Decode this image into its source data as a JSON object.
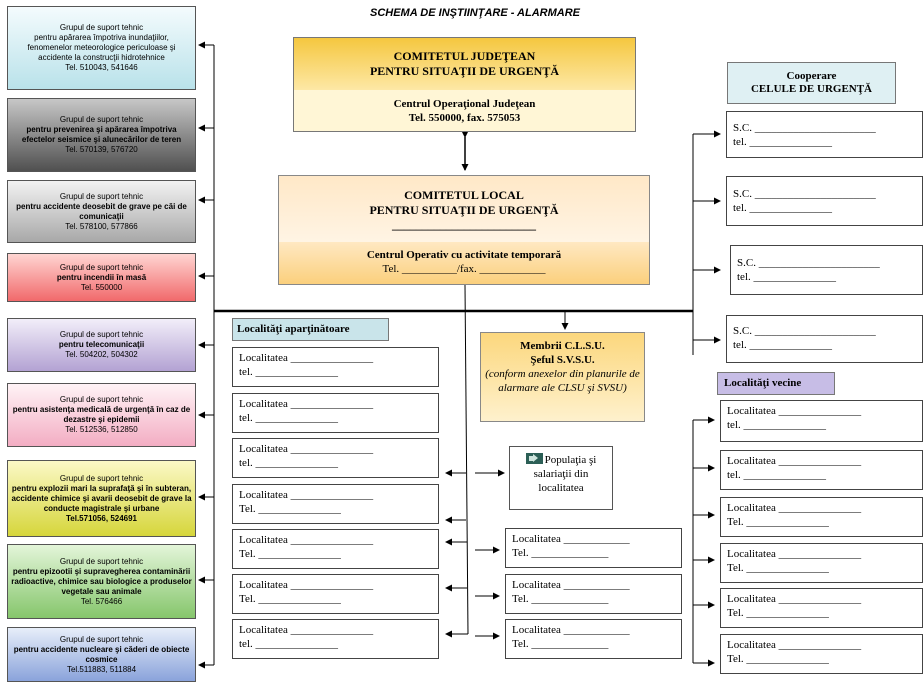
{
  "title": "SCHEMA DE INŞTIINŢARE - ALARMARE",
  "support_groups": [
    {
      "l1": "Grupul de suport tehnic",
      "l2": "pentru apărarea împotriva inundaţiilor, fenomenelor meteorologice periculoase şi accidente la construcţii hidrotehnice",
      "l2_bold": false,
      "tel": "Tel. 510043, 541646"
    },
    {
      "l1": "Grupul de suport tehnic",
      "l2": "pentru prevenirea şi apărarea împotriva efectelor seismice şi alunecărilor de teren",
      "l2_bold": true,
      "tel": "Tel. 570139, 576720"
    },
    {
      "l1": "Grupul de suport tehnic",
      "l2": "pentru accidente deosebit de grave pe căi de comunicaţii",
      "l2_bold": true,
      "tel": "Tel. 578100, 577866"
    },
    {
      "l1": "Grupul de suport tehnic",
      "l2": "pentru incendii în masă",
      "l2_bold": true,
      "tel": "Tel. 550000"
    },
    {
      "l1": "Grupul de suport tehnic",
      "l2": "pentru telecomunicaţii",
      "l2_bold": true,
      "tel": "Tel. 504202, 504302"
    },
    {
      "l1": "Grupul de suport tehnic",
      "l2": "pentru asistenţa medicală de urgenţă în caz de dezastre şi epidemii",
      "l2_bold": true,
      "tel": "Tel. 512536, 512850"
    },
    {
      "l1": "Grupul de suport tehnic",
      "l2": "pentru explozii mari la suprafaţă şi în subteran, accidente chimice şi avarii deosebit de grave la conducte magistrale şi urbane",
      "l2_bold": true,
      "tel": "Tel.571056, 524691"
    },
    {
      "l1": "Grupul de suport tehnic",
      "l2": "pentru epizootii şi supravegherea contaminării radioactive, chimice sau biologice a produselor vegetale sau animale",
      "l2_bold": true,
      "tel": "Tel. 576466"
    },
    {
      "l1": "Grupul de suport tehnic",
      "l2": "pentru accidente nucleare şi căderi de obiecte cosmice",
      "l2_bold": true,
      "tel": "Tel.511883, 511884"
    }
  ],
  "comitet_judetean": {
    "line1": "COMITETUL JUDEŢEAN",
    "line2": "PENTRU SITUAŢII DE URGENŢĂ",
    "center1": "Centrul Operaţional Judeţean",
    "center2": "Tel. 550000, fax. 575053"
  },
  "comitet_local": {
    "line1": "COMITETUL LOCAL",
    "line2": "PENTRU SITUAŢII DE URGENŢĂ",
    "blank": "________________________",
    "center1": "Centrul Operativ cu  activitate temporară",
    "center2": "Tel. __________/fax. ____________"
  },
  "membri": {
    "line1": "Membrii C.L.S.U.",
    "line2": "Şeful S.V.S.U.",
    "note": "(conform anexelor din planurile de alarmare ale CLSU şi SVSU)"
  },
  "populatia": "Populaţia  şi salariaţii din localitatea",
  "headers": {
    "localitati_apartinatoare": "Localităţi aparţinătoare",
    "cooperare_1": "Cooperare",
    "cooperare_2": "CELULE DE URGENŢĂ",
    "localitati_vecine": "Localităţi vecine"
  },
  "loc_left": [
    {
      "name": "Localitatea _______________",
      "tel": "tel. _______________"
    },
    {
      "name": "Localitatea _______________",
      "tel": "tel. _______________"
    },
    {
      "name": "Localitatea _______________",
      "tel": "tel. _______________"
    },
    {
      "name": "Localitatea _______________",
      "tel": "Tel. _______________"
    },
    {
      "name": "Localitatea _______________",
      "tel": "Tel. _______________"
    },
    {
      "name": "Localitatea _______________",
      "tel": "Tel. _______________"
    },
    {
      "name": "Localitatea _______________",
      "tel": "tel. _______________"
    }
  ],
  "loc_mid": [
    {
      "name": "Localitatea ____________",
      "tel": "Tel. ______________"
    },
    {
      "name": "Localitatea ____________",
      "tel": "Tel. ______________"
    },
    {
      "name": "Localitatea ____________",
      "tel": "Tel. ______________"
    }
  ],
  "sc_boxes": [
    {
      "name": "S.C. ______________________",
      "tel": "tel. _______________"
    },
    {
      "name": "S.C. ______________________",
      "tel": "tel. _______________"
    },
    {
      "name": "S.C. ______________________",
      "tel": "tel. _______________"
    },
    {
      "name": "S.C. ______________________",
      "tel": "tel. _______________"
    }
  ],
  "loc_right": [
    {
      "name": "Localitatea _______________",
      "tel": "tel. _______________"
    },
    {
      "name": "Localitatea _______________",
      "tel": "tel. _______________"
    },
    {
      "name": "Localitatea _______________",
      "tel": "Tel. _______________"
    },
    {
      "name": "Localitatea _______________",
      "tel": "Tel. _______________"
    },
    {
      "name": "Localitatea _______________",
      "tel": "Tel. _______________"
    },
    {
      "name": "Localitatea _______________",
      "tel": "Tel. _______________"
    }
  ]
}
